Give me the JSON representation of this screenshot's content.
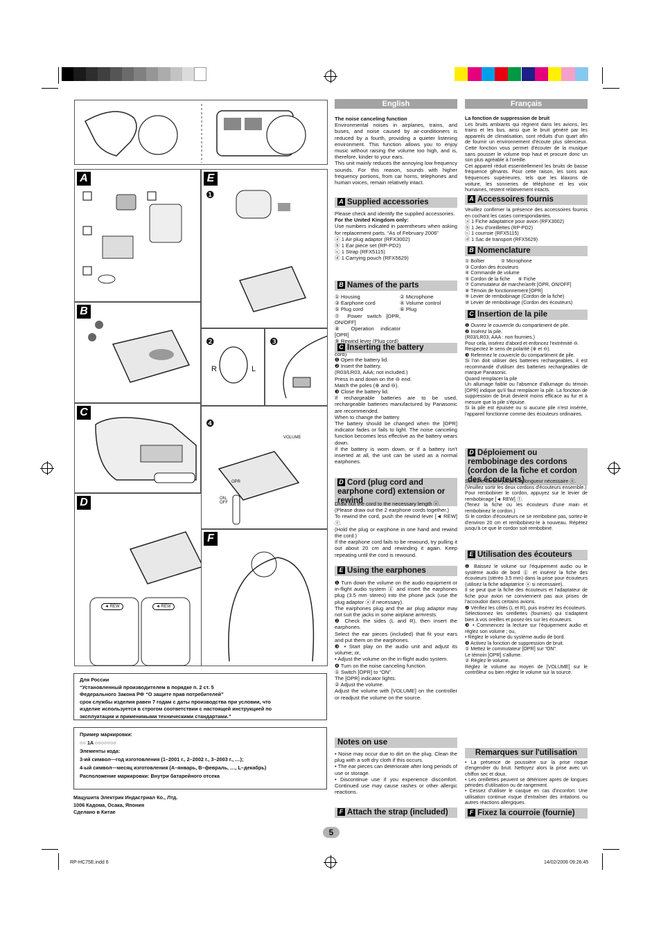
{
  "colors": {
    "gray_bar": [
      "#000000",
      "#1a1a1a",
      "#2e2e2e",
      "#404040",
      "#555555",
      "#6b6b6b",
      "#808080",
      "#969696",
      "#acacac",
      "#c3c3c3",
      "#dcdcdc",
      "#ffffff"
    ],
    "color_bar": [
      "#ffed00",
      "#e6007e",
      "#00a0e9",
      "#e60012",
      "#009944",
      "#1d2088",
      "#e4007f",
      "#fff100",
      "#f5a0c8",
      "#88c8f0"
    ],
    "heading_bg": "#c9c9c9",
    "column_head_bg": "#a3a3a3"
  },
  "illustrations": {
    "labels": [
      "A",
      "B",
      "C",
      "D",
      "E",
      "F"
    ],
    "e_steps": [
      "❶",
      "❷",
      "❸",
      "❹"
    ],
    "volume": "VOLUME",
    "opr": "OPR",
    "on_off": "ON, OFF",
    "rew": "◄ REW",
    "r": "R",
    "l": "L"
  },
  "english": {
    "head": "English",
    "noise_title": "The noise canceling function",
    "noise_body": "Environmental noises in airplanes, trains, and buses, and noise caused by air-conditioners is reduced by a fourth, providing a quieter listening environment. This function allows you to enjoy music without raising the volume too high, and is, therefore, kinder to your ears.\nThis unit mainly reduces the annoying low frequency sounds. For this reason, sounds with higher frequency portions, from car horns, telephones and human voices, remain relatively intact.",
    "a_letter": "A",
    "a_title": "Supplied accessories",
    "a_body": "Please check and identify the supplied accessories.",
    "uk_title": "For the United Kingdom only:",
    "uk_body": "Use numbers indicated in parentheses when asking for replacement parts. “As of February 2006”",
    "a_items": [
      "ⓐ 1 Air plug adaptor (RFX3002)",
      "ⓑ 1 Ear piece set (RP-PD2)",
      "ⓒ 1 Strap (RFX5115)",
      "ⓓ 1 Carrying pouch (RFX5629)"
    ],
    "b_letter": "B",
    "b_title": "Names of the parts",
    "b_left": [
      "① Housing",
      "③ Earphone cord",
      "⑤ Plug cord",
      "⑦ Power switch [OPR, ON/OFF]",
      "⑧ Operation indicator [OPR]",
      "⑨ Rewind lever (Plug cord)",
      "⑩ Rewind lever (Earphone cord)"
    ],
    "b_right": [
      "② Microphone",
      "④ Volume control",
      "⑥ Plug"
    ],
    "c_letter": "C",
    "c_title": "Inserting the battery",
    "c_body": "❶ Open the battery lid.\n❷ Insert the battery.\n(R03/LR03, AAA; not included.)\nPress in and down on the ⊖ end.\nMatch the poles (⊕ and ⊖).\n❸ Close the battery lid.\nIf rechargeable batteries are to be used, rechargeable batteries manufactured by Panasonic are recommended.\nWhen to change the battery\nThe battery should be changed when the [OPR] indicator fades or fails to light. The noise canceling function becomes less effective as the battery wears down.\nIf the battery is worn down, or if a battery isn't inserted at all, the unit can be used as a normal earphones.",
    "d_letter": "D",
    "d_title": "Cord (plug cord and earphone cord) extension or rewind",
    "d_body": "Draw out the cord to the necessary length ⓔ.\n(Please draw out the 2 earphone cords together.)\nTo rewind the cord, push the rewind lever [◄ REW] ⓕ.\n(Hold the plug or earphone in one hand and rewind the cord.)\nIf the earphone cord fails to be rewound, try pulling it out about 20 cm and rewinding it again. Keep repeating until the cord is rewound.",
    "e_letter": "E",
    "e_title": "Using the earphones",
    "e_body": "❶ Turn down the volume on the audio equipment or in-flight audio system ⓖ and insert the earphones plug (3.5 mm stereo) into the phone jack (use the plug adaptor ⓐ if necessary).\nThe earphones plug and the air plug adaptor may not suit the jacks in some airplane armrests.\n❷ Check the sides (L and R), then insert the earphones.\nSelect the ear pieces (included) that fit your ears and put them on the earphones.\n❸ • Start play on the audio unit and adjust its volume; or,\n• Adjust the volume on the in-flight audio system.\n❹ Turn on the noise canceling function.\n① Switch [OPR] to “ON”.\nThe [OPR] indicator lights.\n② Adjust the volume.\nAdjust the volume with [VOLUME] on the controller or readjust the volume on the source.",
    "notes_title": "Notes on use",
    "notes_body": "• Noise may occur due to dirt on the plug. Clean the plug with a soft dry cloth if this occurs.\n• The ear pieces can deteriorate after long periods of use or storage.\n• Discontinue use if you experience discomfort. Continued use may cause rashes or other allergic reactions.",
    "f_letter": "F",
    "f_title": "Attach the strap (included)"
  },
  "french": {
    "head": "Français",
    "noise_title": "La fonction de suppression de bruit",
    "noise_body": "Les bruits ambiants qui règnent dans les avions, les trains et les bus, ainsi que le bruit généré par les appareils de climatisation, sont réduits d'un quart afin de fournir un environnement d'écoute plus silencieux. Cette fonction vous permet d'écouter de la musique sans pousser le volume trop haut et procure donc un son plus agréable à l'oreille.\nCet appareil réduit essentiellement les bruits de basse fréquence gênants. Pour cette raison, les sons aux fréquences supérieures, tels que les klaxons de voiture, les sonneries de téléphone et les voix humaines, restent relativement intacts.",
    "a_letter": "A",
    "a_title": "Accessoires fournis",
    "a_body": "Veuillez confirmer la présence des accessoires fournis en cochant les cases correspondantes.",
    "a_items": [
      "ⓐ 1 Fiche adaptatrice pour avion (RFX3002)",
      "ⓑ 1 Jeu d'oreillettes (RP-PD2)",
      "ⓒ 1 courroie (RFX5115)",
      "ⓓ 1 Sac de transport (RFX5629)"
    ],
    "b_letter": "B",
    "b_title": "Nomenclature",
    "b_body": "① Boîtier            ② Microphone\n③ Cordon des écouteurs\n④ Commande de volume\n⑤ Cordon de la fiche      ⑥ Fiche\n⑦ Commutateur de marche/arrêt [OPR, ON/OFF]\n⑧ Témoin de fonctionnement [OPR]\n⑨ Levier de rembobinage (Cordon de la fiche)\n⑩ Levier de rembobinage (Cordon des écouteurs)",
    "c_letter": "C",
    "c_title": "Insertion de la pile",
    "c_body": "❶ Ouvrez le couvercle du compartiment de pile.\n❷ Insérez la pile.\n(R03/LR03, AAA : non fournies.)\nPour cela, insérez d'abord et enfoncez l'extrémité ⊖.\nRespectez le sens de polarité (⊕ et ⊖).\n❸ Refermez le couvercle du compartiment de pile.\nSi l'on doit utiliser des batteries rechargeables, il est recommandé d'utiliser des batteries rechargeables de marque Panasonic.\nQuand remplacer la pile\nUn allumage faible ou l'absence d'allumage du témoin [OPR] indique qu'il faut remplacer la pile. La fonction de suppression de bruit devient moins efficace au fur et à mesure que la pile s'épuise.\nSi la pile est épuisée ou si aucune pile n'est insérée, l'appareil fonctionne comme des écouteurs ordinaires.",
    "d_letter": "D",
    "d_title": "Déploiement ou rembobinage des cordons (cordon de la fiche et cordon des écouteurs)",
    "d_body": "Sortez le cordon jusqu'à la longueur nécessaire ⓔ.\n(Veuillez sortir les deux cordons d'écouteurs ensemble.)\nPour rembobiner le cordon, appuyez sur le levier de rembobinage [◄ REW] ⓕ.\n(Tenez la fiche ou les écouteurs d'une main et rembobinez le cordon.)\nSi le cordon d'écouteurs ne se rembobine pas, sortez-le d'environ 20 cm et rembobinez-le à nouveau. Répétez jusqu'à ce que le cordon soit rembobiné.",
    "e_letter": "E",
    "e_title": "Utilisation des écouteurs",
    "e_body": "❶ Baissez le volume sur l'équipement audio ou le système audio de bord ⓖ et insérez la fiche des écouteurs (stéréo 3,5 mm) dans la prise pour écouteurs (utilisez la fiche adaptatrice ⓐ si nécessaire).\nIl se peut que la fiche des écouteurs et l'adaptateur de fiche pour avion ne conviennent pas aux prises de l'accoudoir dans certains avions.\n❷ Vérifiez les côtés (L et R), puis insérez les écouteurs.\nSélectionnez les oreillettes (fournies) qui s'adaptent bien à vos oreilles et posez-les sur les écouteurs.\n❸ • Commencez la lecture sur l'équipement audio et réglez son volume ; ou,\n• Réglez le volume du système audio de bord.\n❹ Activez la fonction de suppression de bruit.\n① Mettez le commutateur [OPR] sur “ON”.\nLe témoin [OPR] s'allume.\n② Réglez le volume.\nRéglez le volume au moyen de [VOLUME] sur le contrôleur ou bien réglez le volume sur la source.",
    "notes_title": "Remarques sur l'utilisation",
    "notes_body": "• La présence de poussière sur la prise risque d'engendrer du bruit. Nettoyez alors la prise avec un chiffon sec et doux.\n• Les oreillettes peuvent se détériorer après de longues périodes d'utilisation ou de rangement.\n• Cessez d'utiliser le casque en cas d'inconfort. Une utilisation continue risque d'entraîner des irritations ou autres réactions allergiques.",
    "f_letter": "F",
    "f_title": "Fixez la courroie (fournie)"
  },
  "russian": {
    "box1": "Для России\n“Установленный производителем в порядке п. 2 ст. 5\nФедерального Закона РФ “О защите прав потребителей”\nсрок службы изделия равен 7 годам с даты производства при условии, что\nизделие используется в строгом соответствии с настоящей инструкцией по\nэксплуатации и применимыми техническими стандартами.”",
    "box2": "Пример маркировки:\n○○ 1A ○○○○○○○\nЭлементы кода:\n3-ий символ—год изготовления (1–2001 г., 2–2002 г., 3–2003 г., …);\n4-ый символ—месяц изготовления (A–январь, B–февраль, …, L–декабрь)\nРасположение маркировки:   Внутри батарейного отсека",
    "maker": "Мацушита Электрик Индастриал Ко., Лтд.\n1006 Кадома, Осака, Япония\nСделано в Китае"
  },
  "page_number": "5",
  "footer_left": "RP-HC75E.indd   6",
  "footer_right": "14/02/2006   09:26:45"
}
